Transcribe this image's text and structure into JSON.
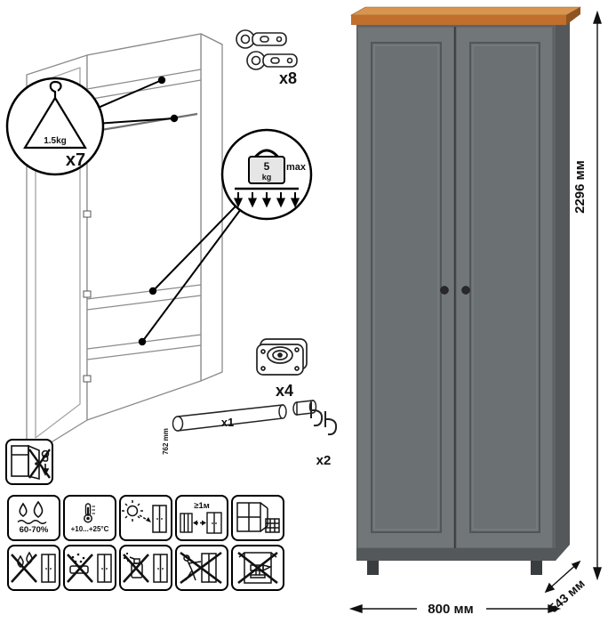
{
  "wardrobe": {
    "height": "2296 мм",
    "width": "800 мм",
    "depth": "543 мм"
  },
  "parts": {
    "hanger": {
      "capacity": "1.5kg",
      "count": "x7"
    },
    "max_load": {
      "value": "5",
      "unit": "kg",
      "label": "max"
    },
    "hinges": {
      "count": "x8"
    },
    "feet": {
      "count": "x4"
    },
    "rod": {
      "count": "x1",
      "length": "762 mm"
    },
    "hooks": {
      "count": "x2"
    }
  },
  "care": {
    "humidity": "60-70%",
    "temperature": "+10...+25°С",
    "distance": "≥1м"
  }
}
